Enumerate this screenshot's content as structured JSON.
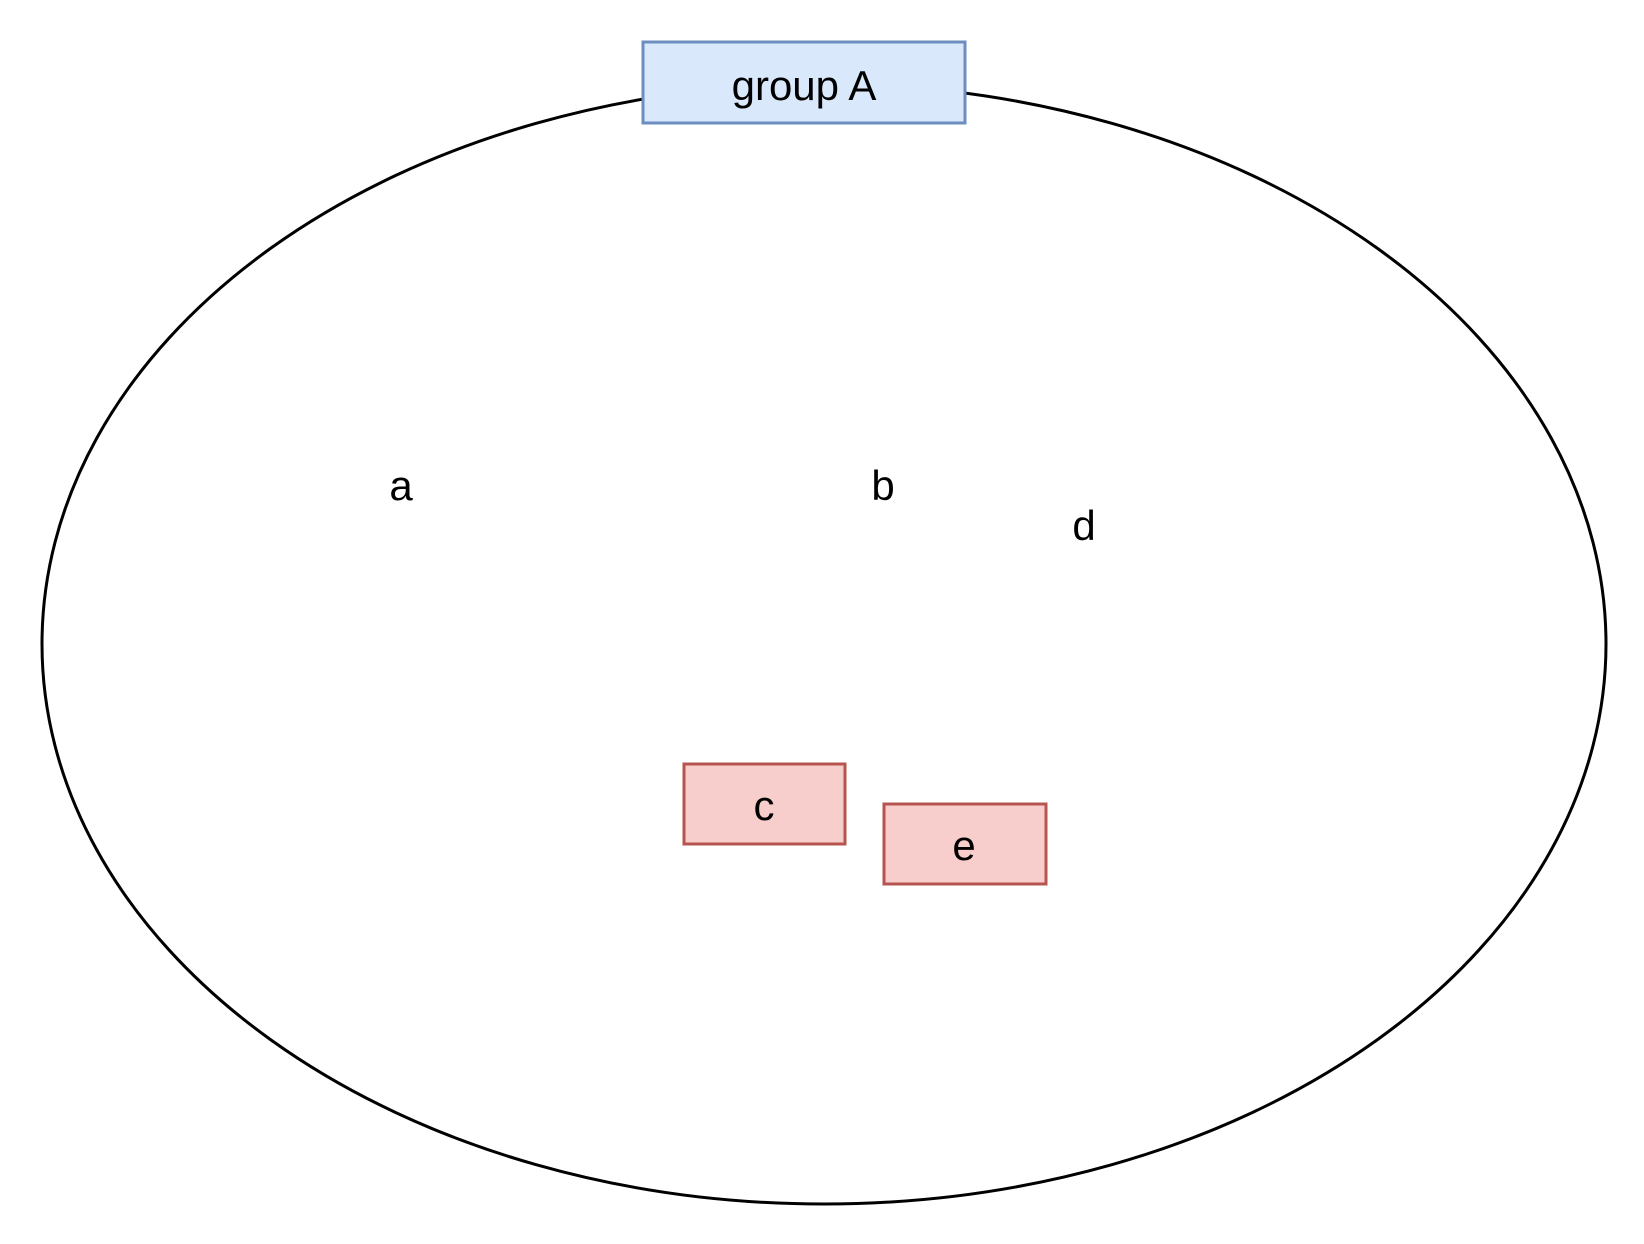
{
  "diagram": {
    "group": {
      "label": "group A",
      "fill": "#dae8fc",
      "stroke": "#6c8ebf"
    },
    "ellipse": {
      "stroke": "#000000"
    },
    "plain_labels": [
      "a",
      "b",
      "d"
    ],
    "boxes": [
      {
        "label": "c",
        "fill": "#f8cecc",
        "stroke": "#b85450"
      },
      {
        "label": "e",
        "fill": "#f8cecc",
        "stroke": "#b85450"
      }
    ]
  }
}
